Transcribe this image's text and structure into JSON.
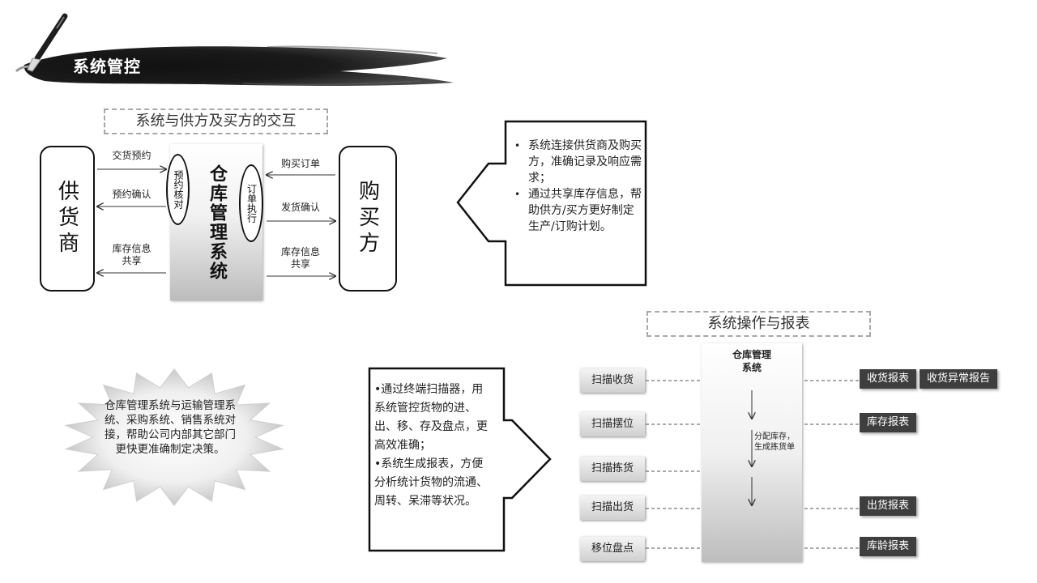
{
  "title": "系统管控",
  "interaction": {
    "caption": "系统与供方及买方的交互",
    "supplier": "供货商",
    "buyer": "购买方",
    "center": "仓库管理系统",
    "oval_left": "预约核对",
    "oval_right": "订单执行",
    "labels": {
      "delivery_booking": "交货预约",
      "booking_confirm": "预约确认",
      "inventory_share_left": [
        "库存信息",
        "共享"
      ],
      "purchase_order": "购买订单",
      "shipment_confirm": "发货确认",
      "inventory_share_right": [
        "库存信息",
        "共享"
      ]
    }
  },
  "callout_right": [
    "系统连接供货商及购买方，准确记录及响应需求；",
    "通过共享库存信息，帮助供方/买方更好制定生产/订购计划。"
  ],
  "starburst": "仓库管理系统与运输管理系统、采购系统、销售系统对接，帮助公司内部其它部门更快更准确制定决策。",
  "callout_bottom": [
    "•通过终端扫描器，用系统管控货物的进、出、移、存及盘点，更高效准确；",
    "•系统生成报表，方便分析统计货物的流通、周转、呆滞等状况。"
  ],
  "operations": {
    "caption": "系统操作与报表",
    "system": [
      "仓库管理",
      "系统"
    ],
    "allocate": [
      "分配库存，",
      "生成拣货单"
    ],
    "buttons": [
      "扫描收货",
      "扫描摆位",
      "扫描拣货",
      "扫描出货",
      "移位盘点"
    ],
    "reports": {
      "receive": "收货报表",
      "receive_exception": "收货异常报告",
      "stock": "库存报表",
      "ship": "出货报表",
      "age": "库龄报表"
    }
  },
  "colors": {
    "ink": "#1a1a1a",
    "tag": "#3e3e3e",
    "outline": "#111111"
  }
}
